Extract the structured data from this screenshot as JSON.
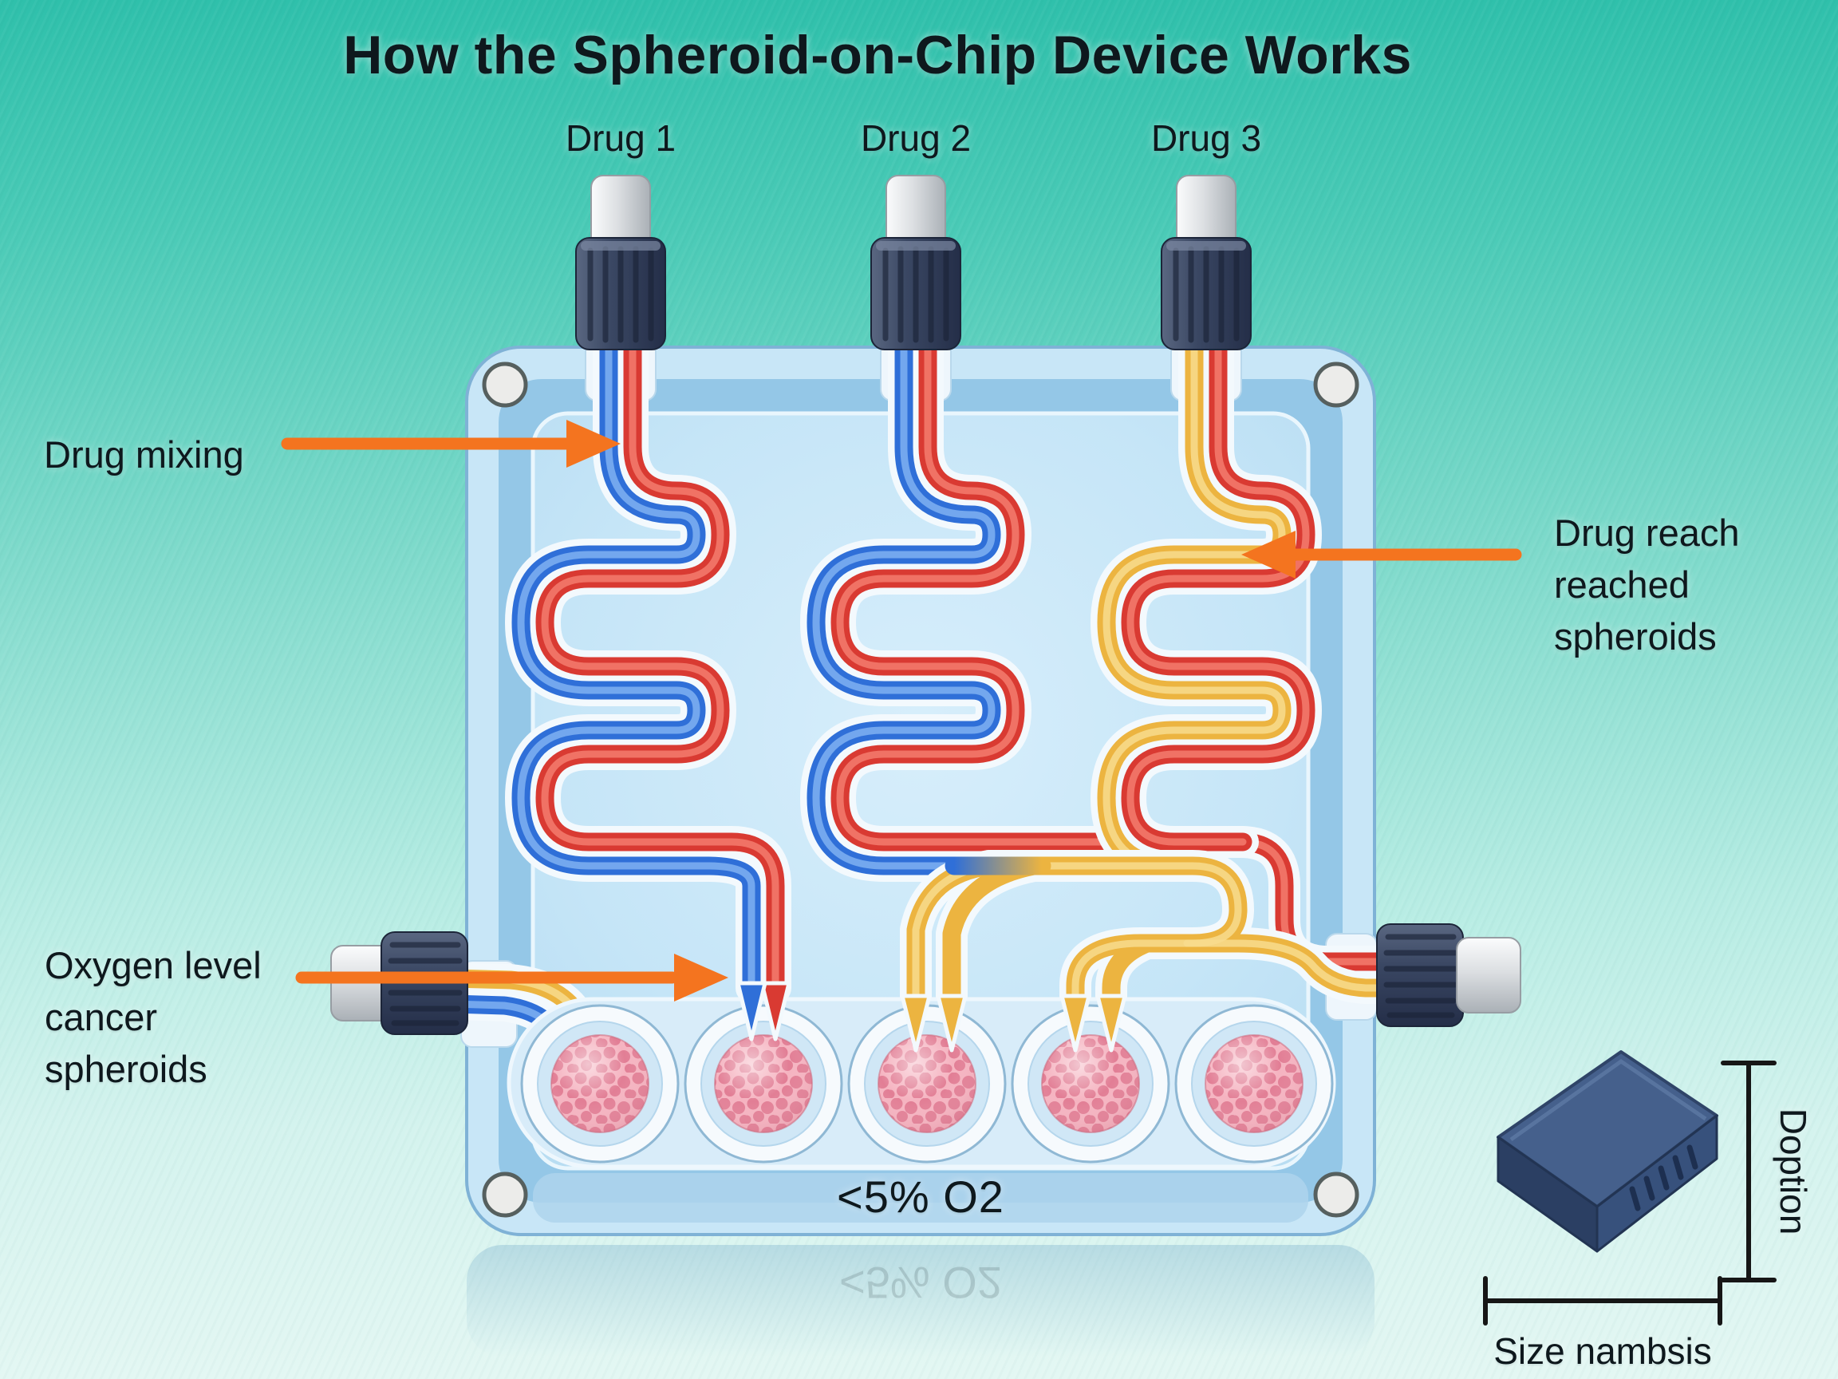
{
  "title": "How the Spheroid-on-Chip Device Works",
  "inlets": {
    "drug1": "Drug 1",
    "drug2": "Drug 2",
    "drug3": "Drug 3"
  },
  "annotations": {
    "drug_mixing": "Drug mixing",
    "drug_reached_line1": "Drug reach",
    "drug_reached_line2": "reached",
    "drug_reached_line3": "spheroids",
    "oxygen_line1": "Oxygen level",
    "oxygen_line2": "cancer",
    "oxygen_line3": "spheroids"
  },
  "chip": {
    "oxygen_value": "<5% O2",
    "well_count": 5
  },
  "size_reference": {
    "height_label": "Doption",
    "width_label": "Size nambsis"
  },
  "colors": {
    "background-top": "#2fc0ab",
    "background-bottom": "#e3f7f3",
    "arrow-orange": "#f4741f",
    "tube-red": "#d93a32",
    "tube-red-light": "#f37c6e",
    "tube-blue": "#2f6fd8",
    "tube-blue-light": "#7fb2f2",
    "tube-yellow": "#ecb440",
    "tube-yellow-light": "#f8dc8e",
    "chip-shell": "#c8e6f7",
    "chip-band": "#94c7e7",
    "chip-panel": "#c7e7f8",
    "connector-dark": "#36435e",
    "spheroid-pink": "#f5b3c0",
    "spheroid-dot": "#e27e95",
    "label-ink": "#0e181d"
  }
}
